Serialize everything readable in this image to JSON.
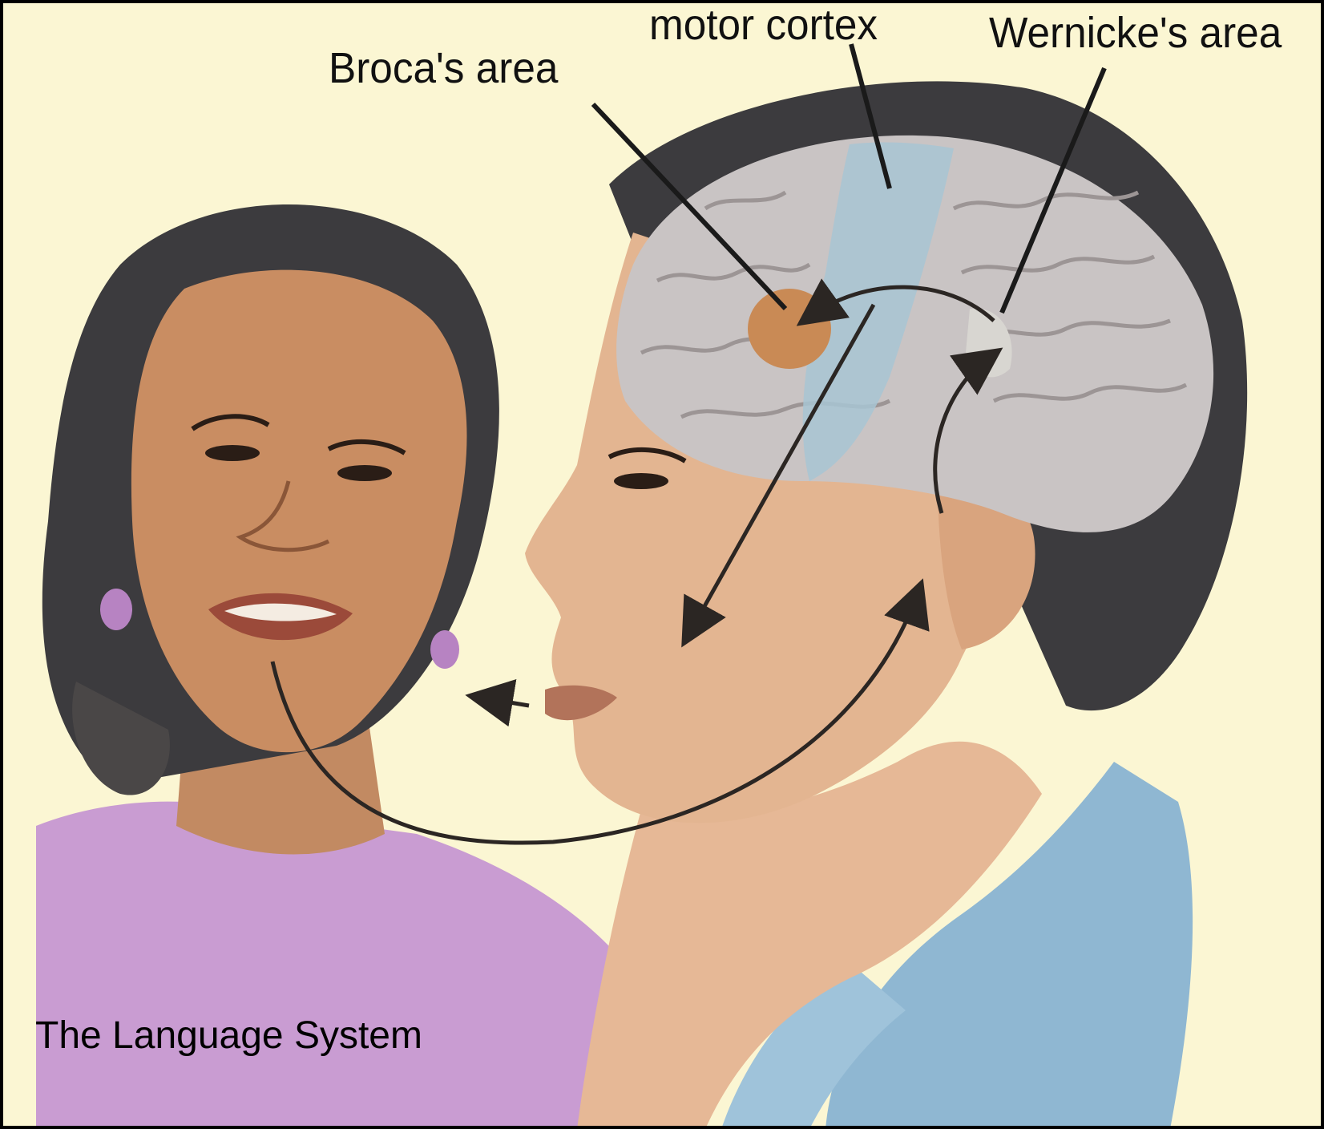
{
  "labels": {
    "motor_cortex": "motor cortex",
    "brocas_area": "Broca's area",
    "wernickes_area": "Wernicke's area"
  },
  "caption": "The Language System",
  "colors": {
    "background": "#fbf6d3",
    "border": "#000000",
    "skin": "#c98d62",
    "hair": "#3c3b3e",
    "brain": "#c9c4c4",
    "motor_cortex": "#a8c5d3",
    "brocas_area": "#c98a55",
    "woman_shirt": "#c99cd2",
    "man_shirt": "#8fb7d2",
    "arrow": "#2b2623"
  }
}
